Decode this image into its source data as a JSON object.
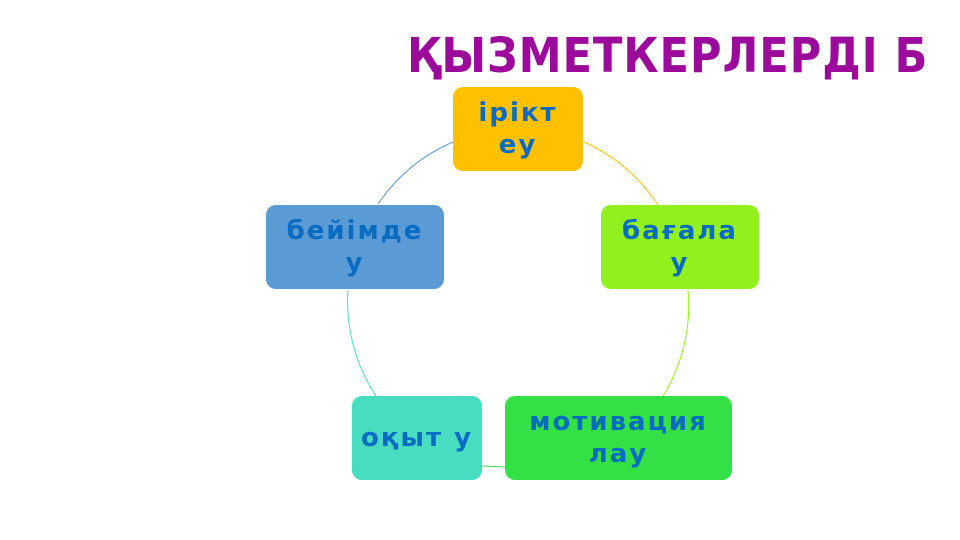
{
  "title": "ҚЫЗМЕТКЕРЛЕРДІ Б",
  "colors": {
    "title": "#9b0a9b",
    "text": "#0a6cc0"
  },
  "cycle": [
    {
      "label": "ірікт еу",
      "color": "#ffc000"
    },
    {
      "label": "бағала у",
      "color": "#92f01e"
    },
    {
      "label": "мотивация лау",
      "color": "#33e146"
    },
    {
      "label": "оқыт у",
      "color": "#48dcc0"
    },
    {
      "label": "бейімде у",
      "color": "#5b9bd5"
    }
  ]
}
